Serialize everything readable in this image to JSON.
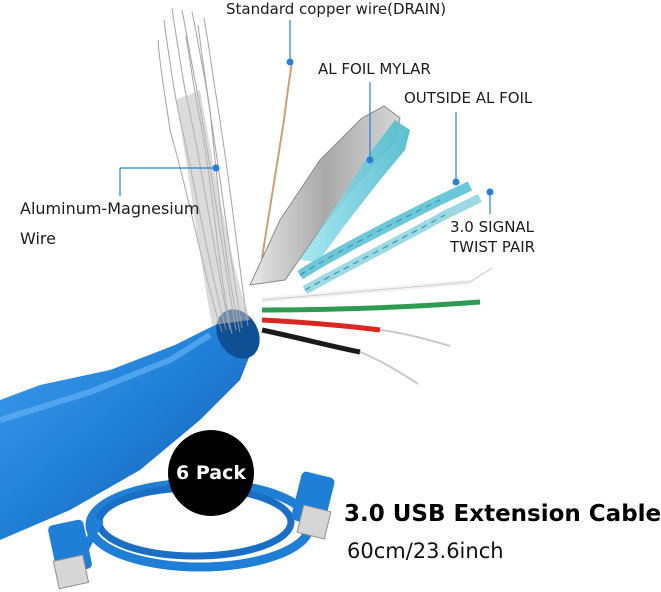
{
  "callouts": {
    "drain": "Standard copper wire(DRAIN)",
    "mylar": "AL FOIL MYLAR",
    "outside_foil": "OUTSIDE AL FOIL",
    "signal_line1": "3.0 SIGNAL",
    "signal_line2": "TWIST PAIR",
    "aluminum_line1": "Aluminum-Magnesium",
    "aluminum_line2": "Wire"
  },
  "badge": "6 Pack",
  "product": {
    "title": "3.0 USB Extension Cable",
    "length": "60cm/23.6inch"
  },
  "colors": {
    "cable_blue": "#1f7fd6",
    "cable_dark": "#1560b0",
    "callout_line": "#2a7fd4",
    "teal_foil": "#7fd3e0",
    "wire_red": "#d9281f",
    "wire_green": "#2f9a52",
    "wire_black": "#1a1a1a"
  }
}
